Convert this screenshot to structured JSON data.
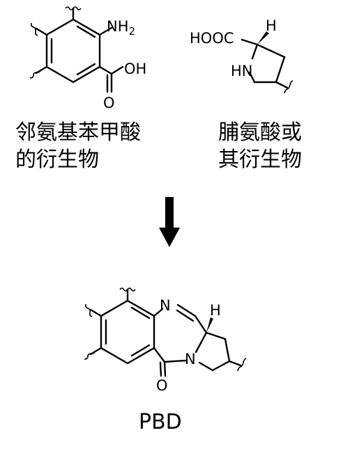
{
  "left_precursor": {
    "name_line1": "邻氨基苯甲酸",
    "name_line2": "的衍生物",
    "atoms": {
      "amine": "NH",
      "amine_sub": "2",
      "hydroxyl": "OH",
      "carbonyl_o": "O"
    }
  },
  "right_precursor": {
    "name_line1": "脯氨酸或",
    "name_line2": "其衍生物",
    "atoms": {
      "carboxyl": "HOOC",
      "hydrogen": "H",
      "ring_nh": "HN"
    }
  },
  "product": {
    "name": "PBD",
    "atoms": {
      "imine_n": "N",
      "ring_n": "N",
      "hydrogen": "H",
      "carbonyl_o": "O"
    }
  },
  "arrow": {
    "direction": "down",
    "color": "#000000"
  }
}
